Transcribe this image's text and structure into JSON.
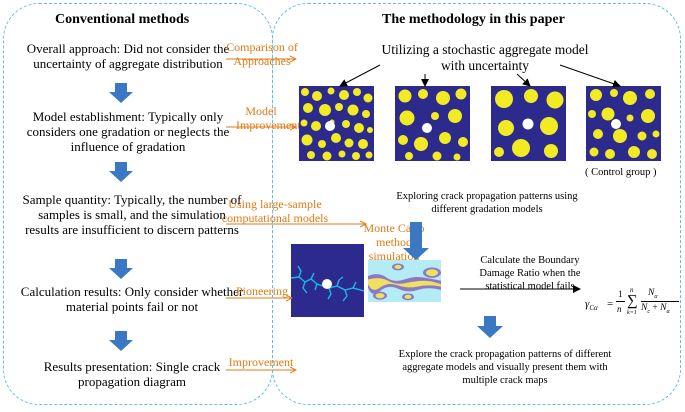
{
  "left": {
    "title": "Conventional methods",
    "items": [
      "Overall approach: Did not consider the uncertainty of aggregate distribution",
      "Model establishment: Typically only considers one gradation or neglects the influence of gradation",
      "Sample quantity: Typically, the number of samples is small, and the simulation results are insufficient to discern patterns",
      "Calculation results: Only consider whether material points fail or not",
      "Results presentation: Single crack propagation diagram"
    ]
  },
  "links": [
    "Comparison of Approaches",
    "Model Improvement",
    "Using large-sample computational models",
    "Pioneering",
    "Improvement"
  ],
  "right": {
    "title": "The methodology in this paper",
    "stochastic_label": "Utilizing a stochastic aggregate model with uncertainty",
    "control_group": "( Control group )",
    "exploring": "Exploring crack propagation patterns using different gradation models",
    "monte_carlo": "Monte Carlo method simulation",
    "calculate": "Calculate the Boundary Damage Ratio when the statistical model fails",
    "explore": "Explore the crack propagation patterns of different aggregate models and visually present them with multiple crack maps"
  },
  "colors": {
    "panel_border": "#5bc0e8",
    "arrow_blue": "#3a78c4",
    "link_orange": "#e07b16",
    "matrix_navy": "#2c2a8c",
    "aggregate_yellow": "#f2ea22",
    "crack_cyan": "#19b8e8",
    "mc_cyan": "#b3ecf4",
    "mc_purple": "#8a78c8",
    "mc_yellow": "#f0e060"
  }
}
